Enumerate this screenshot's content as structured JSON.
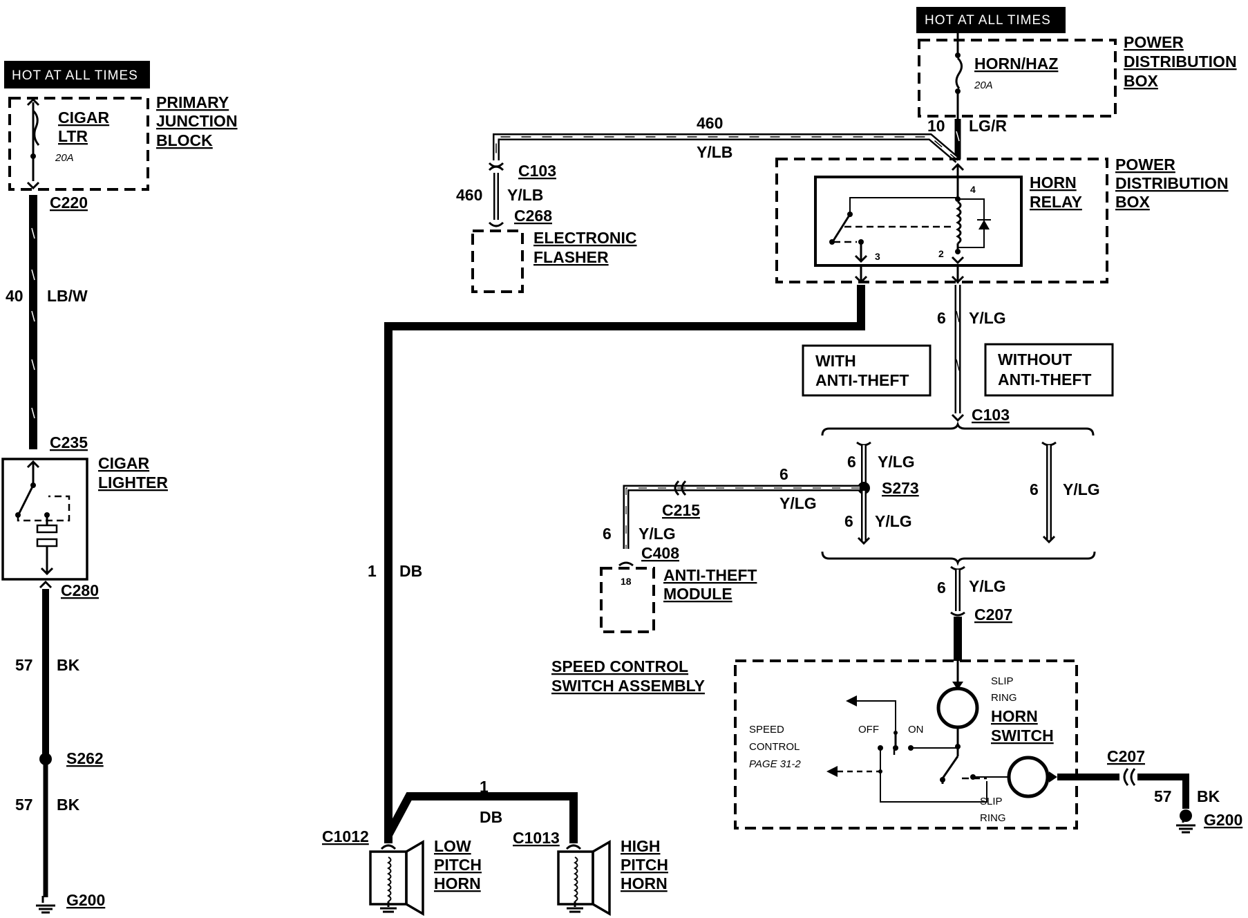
{
  "banners": {
    "left": "HOT AT ALL TIMES",
    "right": "HOT AT ALL TIMES"
  },
  "components": {
    "cigar_ltr_fuse": {
      "name_line1": "CIGAR",
      "name_line2": "LTR",
      "rating": "20A"
    },
    "primary_junction_block": {
      "line1": "PRIMARY",
      "line2": "JUNCTION",
      "line3": "BLOCK"
    },
    "horn_haz_fuse": {
      "name": "HORN/HAZ",
      "rating": "20A"
    },
    "power_distribution_box_top": {
      "line1": "POWER",
      "line2": "DISTRIBUTION",
      "line3": "BOX"
    },
    "power_distribution_box_relay": {
      "line1": "POWER",
      "line2": "DISTRIBUTION",
      "line3": "BOX"
    },
    "horn_relay": {
      "line1": "HORN",
      "line2": "RELAY",
      "pin_4": "4",
      "pin_2": "2",
      "pin_3": "3"
    },
    "electronic_flasher": {
      "line1": "ELECTRONIC",
      "line2": "FLASHER"
    },
    "cigar_lighter": {
      "line1": "CIGAR",
      "line2": "LIGHTER"
    },
    "anti_theft_module": {
      "line1": "ANTI-THEFT",
      "line2": "MODULE",
      "pin": "18"
    },
    "option_with": {
      "line1": "WITH",
      "line2": "ANTI-THEFT"
    },
    "option_without": {
      "line1": "WITHOUT",
      "line2": "ANTI-THEFT"
    },
    "speed_control_switch": {
      "line1": "SPEED CONTROL",
      "line2": "SWITCH ASSEMBLY",
      "ref_line1": "SPEED",
      "ref_line2": "CONTROL",
      "ref_line3": "PAGE 31-2",
      "off": "OFF",
      "on": "ON"
    },
    "slip_ring_top": {
      "line1": "SLIP",
      "line2": "RING"
    },
    "slip_ring_bottom": {
      "line1": "SLIP",
      "line2": "RING"
    },
    "horn_switch": {
      "line1": "HORN",
      "line2": "SWITCH"
    },
    "low_pitch_horn": {
      "line1": "LOW",
      "line2": "PITCH",
      "line3": "HORN"
    },
    "high_pitch_horn": {
      "line1": "HIGH",
      "line2": "PITCH",
      "line3": "HORN"
    }
  },
  "connectors": {
    "c220": "C220",
    "c235": "C235",
    "c280": "C280",
    "c103_top": "C103",
    "c268": "C268",
    "c103_mid": "C103",
    "c215": "C215",
    "c408": "C408",
    "c207_top": "C207",
    "c207_right": "C207",
    "c1012": "C1012",
    "c1013": "C1013"
  },
  "splices": {
    "s262": "S262",
    "s273": "S273"
  },
  "grounds": {
    "g200_left": "G200",
    "g200_right": "G200"
  },
  "wires": {
    "w40": {
      "circuit": "40",
      "color": "LB/W"
    },
    "w57a": {
      "circuit": "57",
      "color": "BK"
    },
    "w57b": {
      "circuit": "57",
      "color": "BK"
    },
    "w460_top": {
      "circuit": "460",
      "color": "Y/LB"
    },
    "w460_left": {
      "circuit": "460",
      "color": "Y/LB"
    },
    "w10": {
      "circuit": "10",
      "color": "LG/R"
    },
    "w6_relay": {
      "circuit": "6",
      "color": "Y/LG"
    },
    "w6_with_top": {
      "circuit": "6",
      "color": "Y/LG"
    },
    "w6_horizontal": {
      "circuit": "6",
      "color": "Y/LG"
    },
    "w6_with_bottom": {
      "circuit": "6",
      "color": "Y/LG"
    },
    "w6_module": {
      "circuit": "6",
      "color": "Y/LG"
    },
    "w6_without": {
      "circuit": "6",
      "color": "Y/LG"
    },
    "w6_c207": {
      "circuit": "6",
      "color": "Y/LG"
    },
    "w1_db_long": {
      "circuit": "1",
      "color": "DB"
    },
    "w1_db_short": {
      "circuit": "1",
      "color": "DB"
    },
    "w57_right": {
      "circuit": "57",
      "color": "BK"
    }
  }
}
